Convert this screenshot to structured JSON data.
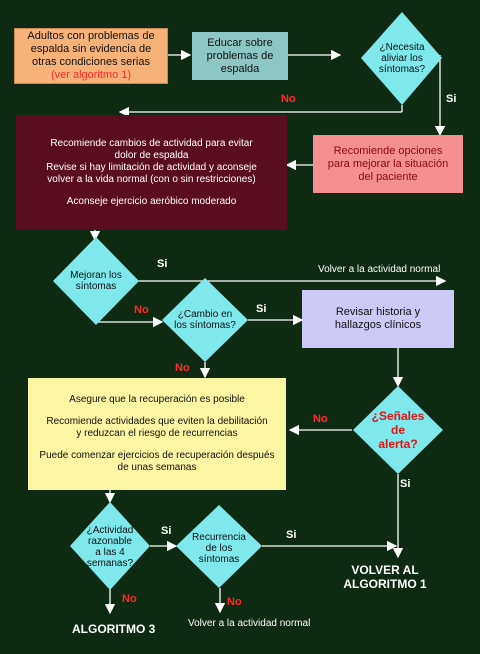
{
  "colors": {
    "background": "#0f2a12",
    "orange": "#f7b27a",
    "teal": "#8cc7c3",
    "diamond": "#7fe8ec",
    "pink": "#f38f8e",
    "maroon": "#5a0d1e",
    "lavender": "#cdc9f6",
    "yellow": "#fbf6a4",
    "arrow": "#ffffff",
    "label_no": "#ff2a2a",
    "label_si": "#ffffff"
  },
  "nodes": {
    "start": {
      "lines": [
        "Adultos con problemas de",
        "espalda sin evidencia de",
        "otras condiciones serias"
      ],
      "link": "(ver algoritmo 1)"
    },
    "educate": {
      "lines": [
        "Educar sobre",
        "problemas de",
        "espalda"
      ]
    },
    "need_relief": {
      "lines": [
        "¿Necesita",
        "aliviar los",
        "síntomas?"
      ]
    },
    "options": {
      "lines": [
        "Recomiende opciones",
        "para mejorar la situación",
        "del paciente"
      ]
    },
    "activity": {
      "lines": [
        "Recomiende cambios de actividad para evitar",
        "dolor de espalda",
        "Revise si hay limitación de actividad y aconseje",
        "volver a la vida normal (con o sin restricciones)",
        "",
        "Aconseje ejercicio aeróbico moderado"
      ]
    },
    "improve": {
      "lines": [
        "Mejoran los",
        "síntomas"
      ]
    },
    "change": {
      "lines": [
        "¿Cambio en",
        "los síntomas?"
      ]
    },
    "review": {
      "lines": [
        "Revisar historia y",
        "hallazgos clínicos"
      ]
    },
    "recovery": {
      "lines": [
        "Asegure que la recuperación es posible",
        "",
        "Recomiende actividades que eviten la debilitación",
        "y reduzcan el riesgo de recurrencias",
        "",
        "Puede comenzar ejercicios de recuperación después",
        "de unas semanas"
      ]
    },
    "alert": {
      "lines": [
        "¿Señales",
        "de",
        "alerta?"
      ]
    },
    "reasonable": {
      "lines": [
        "¿Actividad",
        "razonable",
        "a las 4",
        "semanas?"
      ]
    },
    "recurrence": {
      "lines": [
        "Recurrencia",
        "de los",
        "síntomas"
      ]
    }
  },
  "labels": {
    "need_relief_no": "No",
    "need_relief_si": "Si",
    "improve_si": "Si",
    "improve_no": "No",
    "change_si": "Si",
    "change_no": "No",
    "alert_no": "No",
    "alert_si": "Si",
    "reasonable_si": "Si",
    "reasonable_no": "No",
    "recurrence_si": "Si",
    "recurrence_no": "No"
  },
  "outputs": {
    "return_normal_1": "Volver a la actividad normal",
    "return_algo1": [
      "VOLVER AL",
      "ALGORITMO 1"
    ],
    "algo3": "ALGORITMO 3",
    "return_normal_2": "Volver a la actividad normal"
  }
}
